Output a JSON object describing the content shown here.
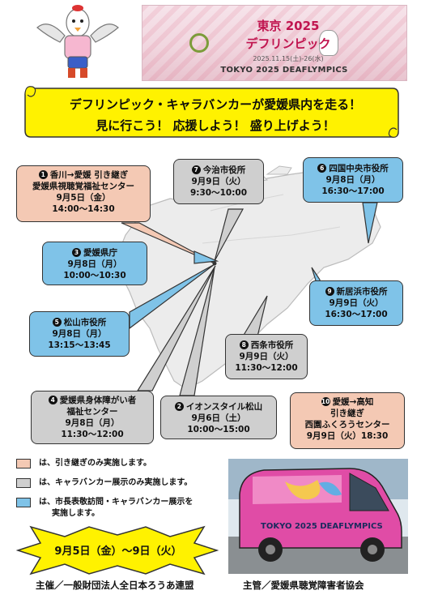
{
  "banner": {
    "title": "東京 2025",
    "subtitle": "デフリンピック",
    "dates": "2025.11.15(土)-26(水)",
    "english": "TOKYO 2025 DEAFLYMPICS"
  },
  "headline": {
    "line1": "デフリンピック・キャラバンカーが愛媛県内を走る！",
    "line2": "見に行こう！ 応援しよう！ 盛り上げよう！"
  },
  "stops": [
    {
      "num": "1",
      "lines": [
        "香川→愛媛 引き継ぎ",
        "愛媛県視聴覚福祉センター",
        "9月5日（金）",
        "14:00～14:30"
      ],
      "type": "pink"
    },
    {
      "num": "7",
      "lines": [
        "今治市役所",
        "9月9日（火）",
        "9:30～10:00"
      ],
      "type": "gray"
    },
    {
      "num": "6",
      "lines": [
        "四国中央市役所",
        "9月8日（月）",
        "16:30～17:00"
      ],
      "type": "blue"
    },
    {
      "num": "3",
      "lines": [
        "愛媛県庁",
        "9月8日（月）",
        "10:00～10:30"
      ],
      "type": "blue"
    },
    {
      "num": "9",
      "lines": [
        "新居浜市役所",
        "9月9日（火）",
        "16:30～17:00"
      ],
      "type": "blue"
    },
    {
      "num": "5",
      "lines": [
        "松山市役所",
        "9月8日（月）",
        "13:15～13:45"
      ],
      "type": "blue"
    },
    {
      "num": "8",
      "lines": [
        "西条市役所",
        "9月9日（火）",
        "11:30～12:00"
      ],
      "type": "gray"
    },
    {
      "num": "4",
      "lines": [
        "愛媛県身体障がい者",
        "福祉センター",
        "9月8日（月）",
        "11:30～12:00"
      ],
      "type": "gray"
    },
    {
      "num": "2",
      "lines": [
        "イオンスタイル松山",
        "9月6日（土）",
        "10:00～15:00"
      ],
      "type": "gray"
    },
    {
      "num": "10",
      "lines": [
        "愛媛→高知",
        "引き継ぎ",
        "西園ふくろうセンター",
        "9月9日（火）18:30"
      ],
      "type": "pink"
    }
  ],
  "legend": [
    {
      "color": "#f4c9b4",
      "text": "は、引き継ぎのみ実施します。"
    },
    {
      "color": "#cfcfcf",
      "text": "は、キャラバンカー展示のみ実施します。"
    },
    {
      "color": "#7fc3e8",
      "text": "は、市長表敬訪問・キャラバンカー展示を",
      "text2": "実施します。"
    }
  ],
  "period": "9月5日（金）～9日（火）",
  "footer": {
    "organizer": "主催／一般財団法人全日本ろうあ連盟",
    "host": "主管／愛媛県聴覚障害者協会"
  },
  "colors": {
    "pink": "#f4c9b4",
    "blue": "#7fc3e8",
    "gray": "#cfcfcf",
    "yellow": "#fff200"
  }
}
